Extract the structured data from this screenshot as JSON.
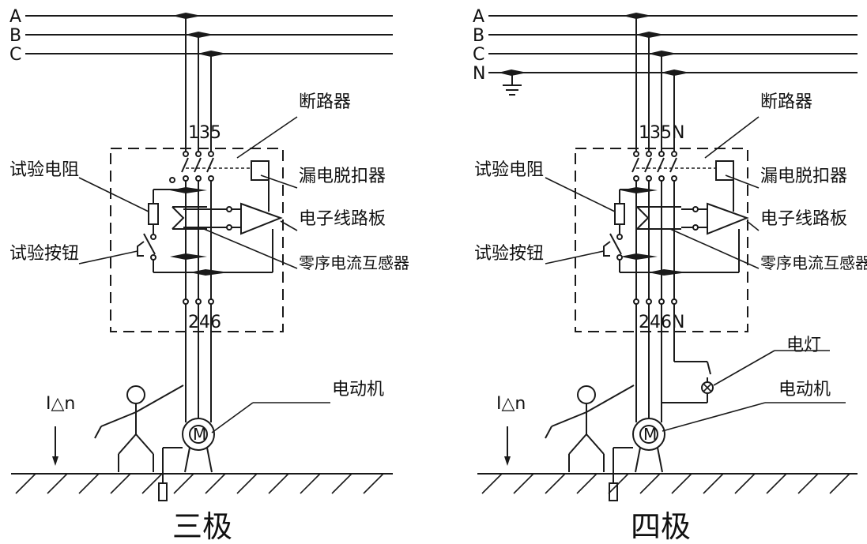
{
  "phases": [
    "A",
    "B",
    "C",
    "N"
  ],
  "diagrams": [
    {
      "title": "三极",
      "top_terminals": "135",
      "bottom_terminals": "246",
      "labels": {
        "breaker": "断路器",
        "test_resistor": "试验电阻",
        "leak_release": "漏电脱扣器",
        "circuit_board": "电子线路板",
        "test_button": "试验按钮",
        "zct": "零序电流互感器",
        "motor": "电动机",
        "leak_current": "I△n",
        "motor_symbol": "M"
      }
    },
    {
      "title": "四极",
      "top_terminals": "135N",
      "bottom_terminals": "246N",
      "labels": {
        "breaker": "断路器",
        "test_resistor": "试验电阻",
        "leak_release": "漏电脱扣器",
        "circuit_board": "电子线路板",
        "test_button": "试验按钮",
        "zct": "零序电流互感器",
        "motor": "电动机",
        "lamp": "电灯",
        "leak_current": "I△n",
        "motor_symbol": "M"
      }
    }
  ]
}
